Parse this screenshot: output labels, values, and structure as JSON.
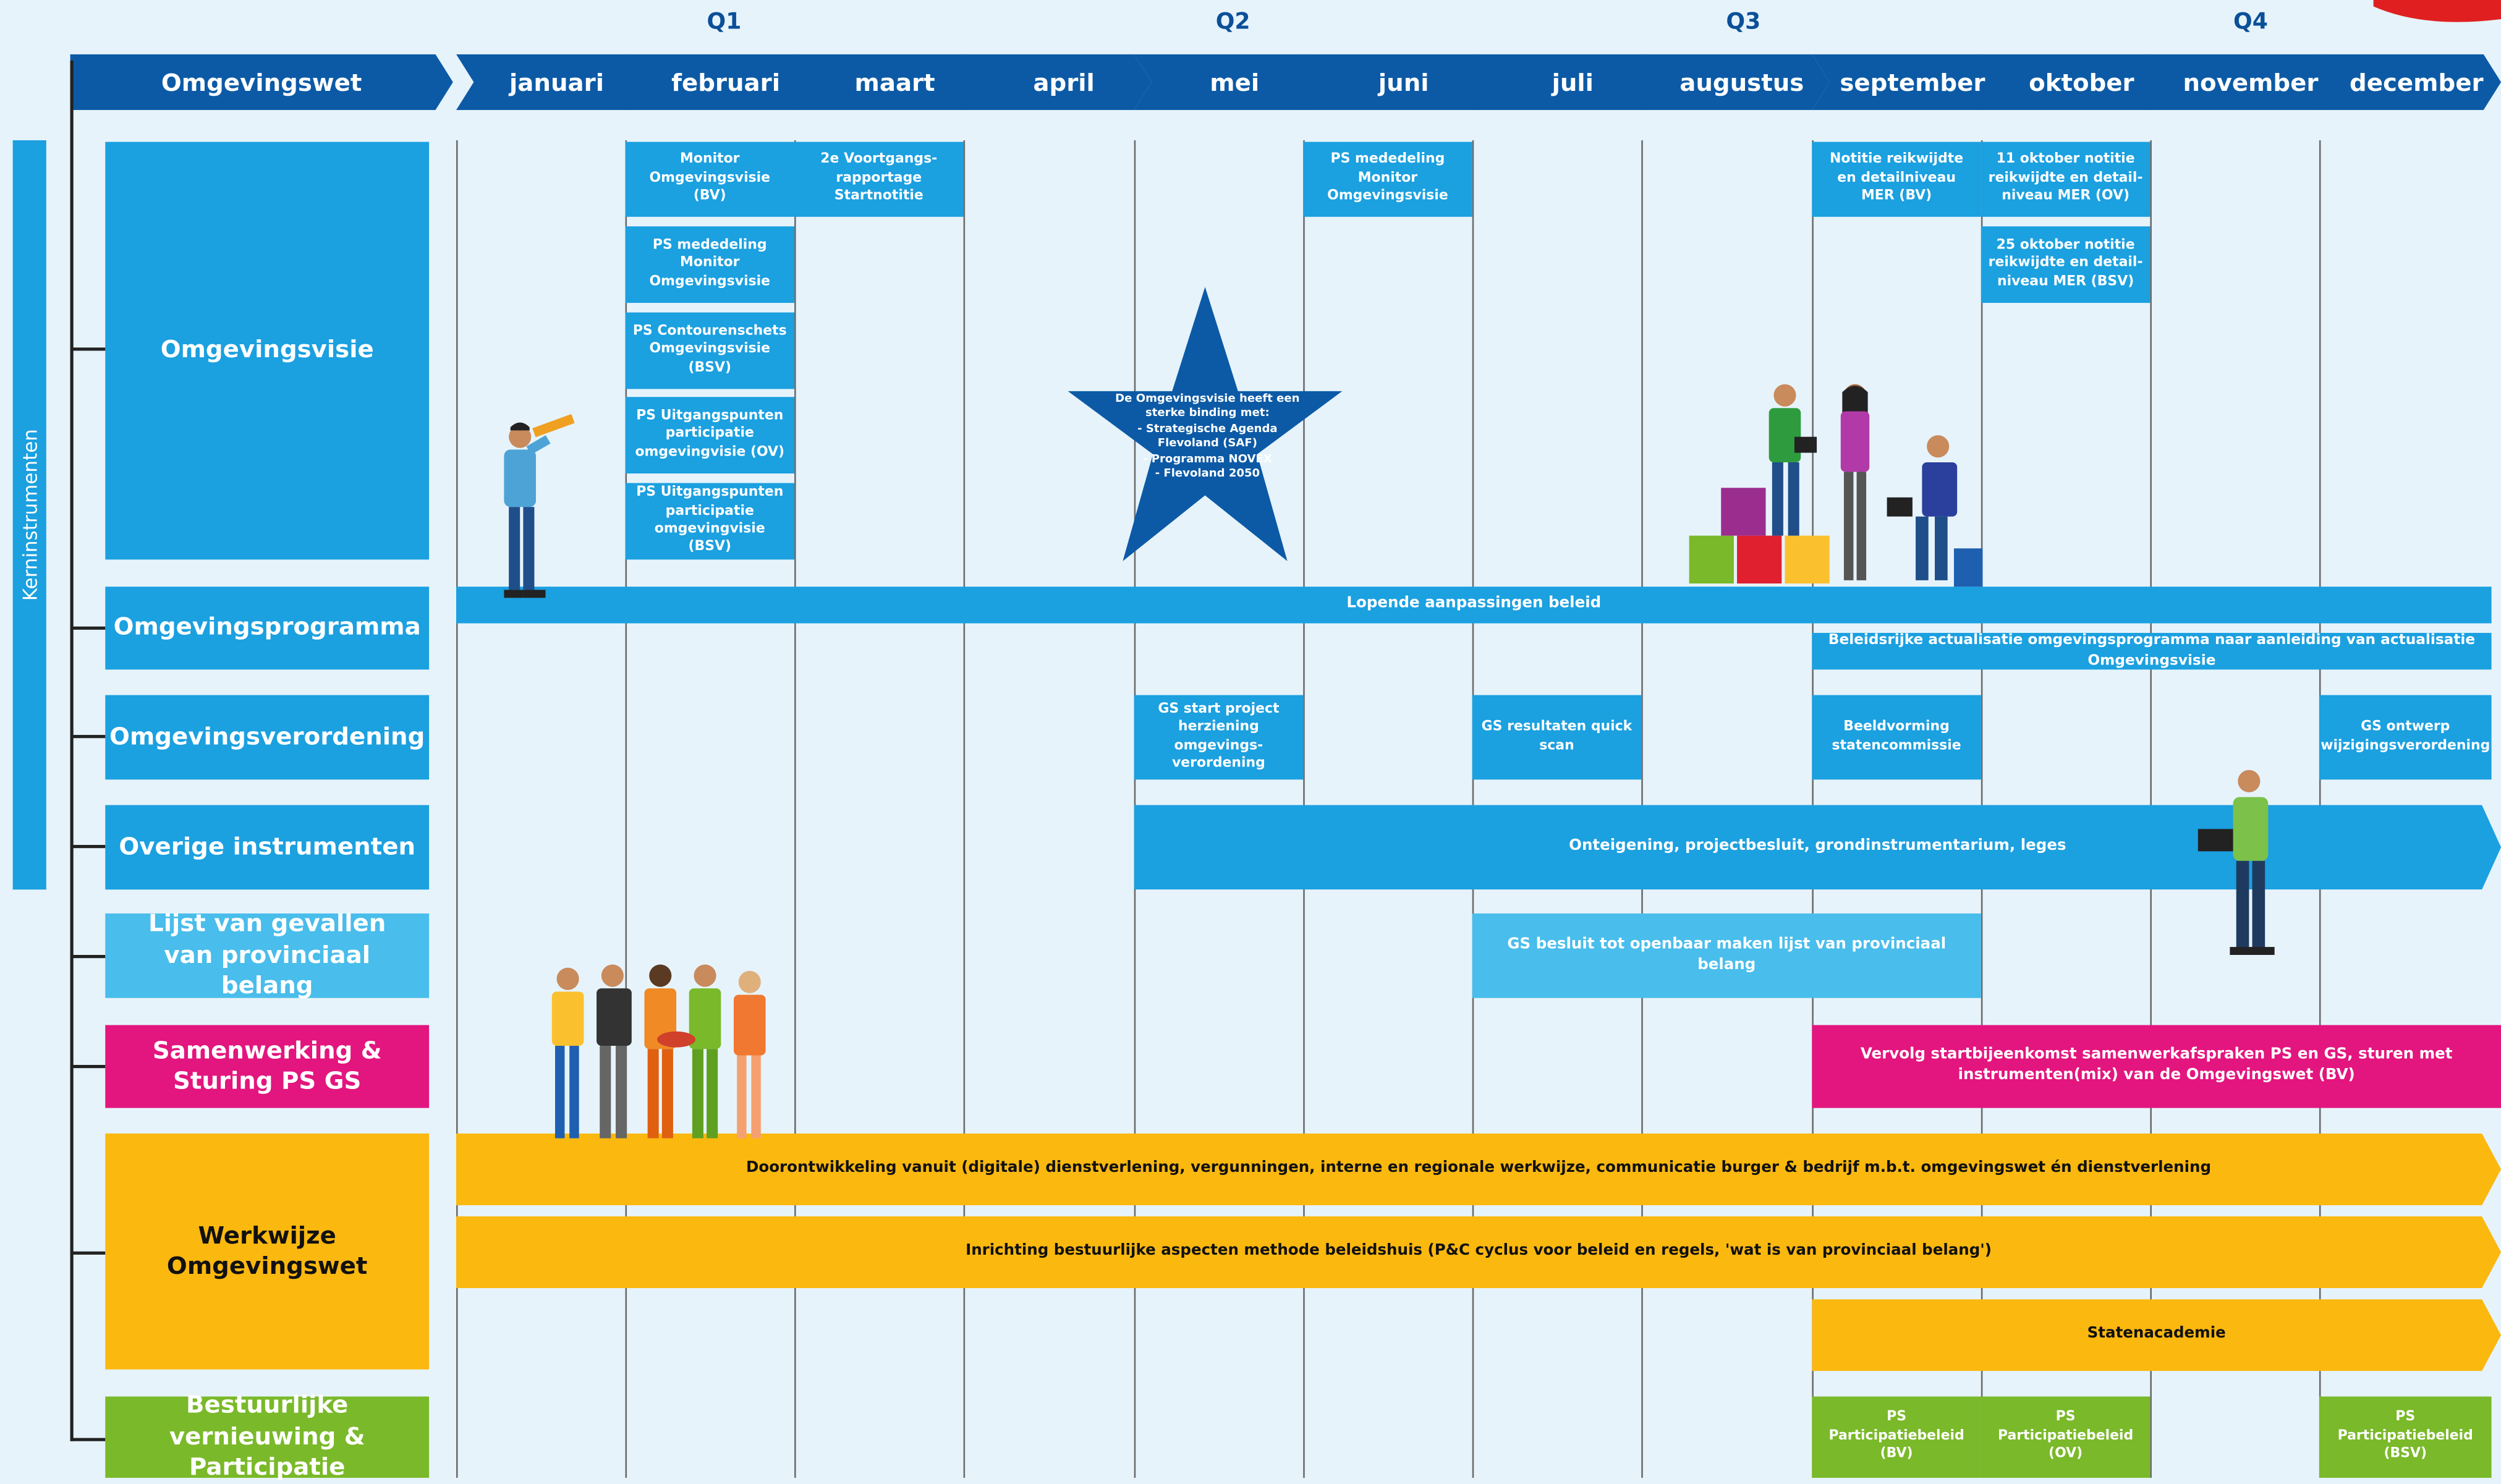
{
  "quarters": [
    "Q1",
    "Q2",
    "Q3",
    "Q4"
  ],
  "header": {
    "title": "Omgevingswet",
    "months": [
      "januari",
      "februari",
      "maart",
      "april",
      "mei",
      "juni",
      "juli",
      "augustus",
      "september",
      "oktober",
      "november",
      "december"
    ]
  },
  "sidebar_label": "Kerninstrumenten",
  "categories": [
    "Omgevingsvisie",
    "Omgevingsprogramma",
    "Omgevingsverordening",
    "Overige instrumenten",
    "Lijst van gevallen van provinciaal belang",
    "Samenwerking & Sturing PS GS",
    "Werkwijze Omgevingswet",
    "Bestuurlijke vernieuwing & Participatie"
  ],
  "visie_items": {
    "feb": [
      "Monitor Omgevingsvisie (BV)",
      "PS mededeling Monitor Omgevingsvisie",
      "PS Contourenschets Omgevingsvisie (BSV)",
      "PS Uitgangspunten participatie omgevingvisie (OV)",
      "PS Uitgangspunten participatie omgevingvisie (BSV)"
    ],
    "mar": "2e Voortgangs-rapportage Startnotitie",
    "jun": "PS mededeling Monitor Omgevingsvisie",
    "sep": "Notitie reikwijdte en detailniveau MER (BV)",
    "okt": [
      "11 oktober notitie reikwijdte en detail-niveau MER (OV)",
      "25 oktober notitie reikwijdte en detail-niveau MER (BSV)"
    ]
  },
  "star": {
    "lines": [
      "De Omgevingsvisie heeft een",
      "sterke binding met:",
      "- Strategische Agenda",
      "Flevoland (SAF)",
      "- Programma NOVEX",
      "- Flevoland 2050"
    ]
  },
  "programma": {
    "bar1": "Lopende aanpassingen beleid",
    "bar2": "Beleidsrijke actualisatie omgevingsprogramma naar aanleiding van actualisatie Omgevingsvisie"
  },
  "verordening": {
    "mei": "GS start project herziening omgevings-verordening",
    "jul": "GS resultaten quick scan",
    "sep": "Beeldvorming statencommissie",
    "dec": "GS ontwerp wijzigingsverordening"
  },
  "overige": "Onteigening, projectbesluit, grondinstrumentarium, leges",
  "lijst": "GS besluit tot openbaar maken lijst van provinciaal belang",
  "samenwerking": "Vervolg startbijeenkomst samenwerkafspraken PS en GS, sturen met instrumenten(mix) van de Omgevingswet (BV)",
  "werkwijze": {
    "bar1": "Doorontwikkeling vanuit (digitale) dienstverlening, vergunningen, interne en regionale werkwijze, communicatie burger & bedrijf m.b.t. omgevingswet én dienstverlening",
    "bar2": "Inrichting bestuurlijke aspecten methode beleidshuis (P&C cyclus voor beleid en regels, 'wat is van provinciaal belang')",
    "bar3": "Statenacademie"
  },
  "participatie": [
    "PS Participatiebeleid (BV)",
    "PS Participatiebeleid (OV)",
    "PS Participatiebeleid (BSV)"
  ],
  "colors": {
    "header": "#0c5aa6",
    "blue": "#1ba0e0",
    "light_blue": "#49bdeb",
    "pink": "#e3157e",
    "yellow": "#fbb80f",
    "green": "#7ab929",
    "background": "#e6f3fb"
  }
}
